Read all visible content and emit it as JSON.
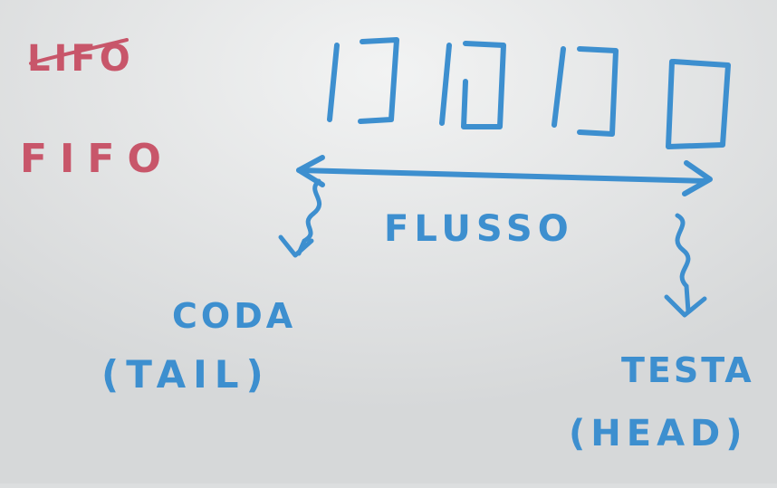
{
  "colors": {
    "background": "#dcdedf",
    "red_marker": "#c8566a",
    "blue_marker": "#3d8fcf"
  },
  "whiteboard": {
    "left_notes": {
      "crossed_word": "LIFO",
      "fifo_label": "FIFO"
    },
    "queue": {
      "slot_count": 4,
      "flow_label": "FLUSSO"
    },
    "tail": {
      "label": "CODA",
      "sublabel": "(TAIL)"
    },
    "head": {
      "label": "TESTA",
      "sublabel": "(HEAD)"
    }
  }
}
